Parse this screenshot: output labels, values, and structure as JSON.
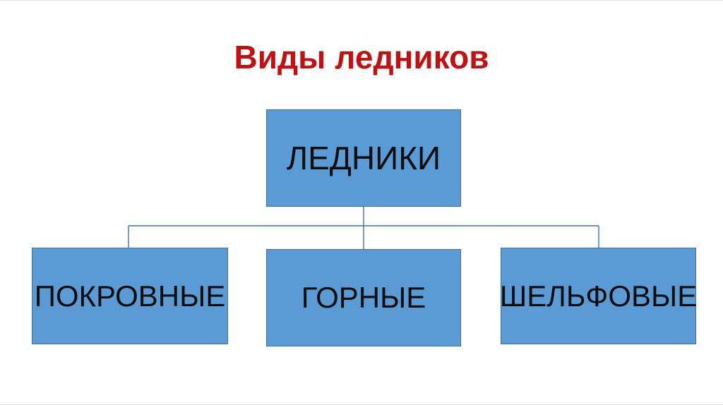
{
  "slide": {
    "title": "Виды ледников",
    "title_color": "#C01212",
    "background": "#FFFFFF"
  },
  "diagram": {
    "type": "hierarchy",
    "node_fill": "#5B9BD5",
    "node_border": "#41719C",
    "connector_color": "#41719C",
    "root": {
      "label": "ЛЕДНИКИ"
    },
    "children": [
      {
        "label": "ПОКРОВНЫЕ"
      },
      {
        "label": "ГОРНЫЕ"
      },
      {
        "label": "ШЕЛЬФОВЫЕ"
      }
    ]
  }
}
